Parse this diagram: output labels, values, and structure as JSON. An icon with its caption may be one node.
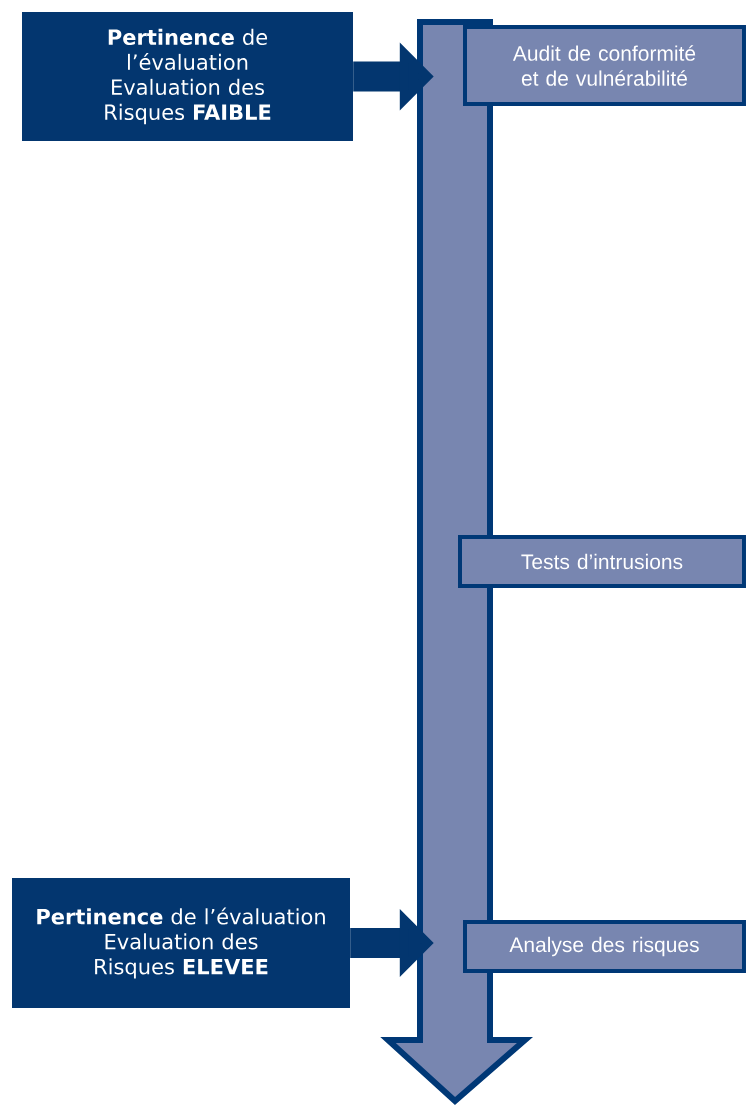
{
  "diagram": {
    "nodes": [
      {
        "text": [
          "**Pertinence** de l’évaluation",
          "Evaluation des Risques **FAIBLE**"
        ]
      },
      {
        "text": [],
        "shape": "bar"
      },
      {
        "text": [
          "Audit de conformité et de vulnérabilité"
        ]
      },
      {
        "text": [
          "Tests d’intrusions"
        ]
      },
      {
        "text": [
          "**Pertinence** de l’évaluation",
          "Evaluation des Risques **ELEVEE**"
        ]
      },
      {
        "text": [
          "Analyse des risques"
        ]
      }
    ],
    "edges": [
      {
        "from": 0,
        "to": 1,
        "arrow": "to"
      },
      {
        "from": 4,
        "to": 1,
        "arrow": "to"
      }
    ]
  }
}
